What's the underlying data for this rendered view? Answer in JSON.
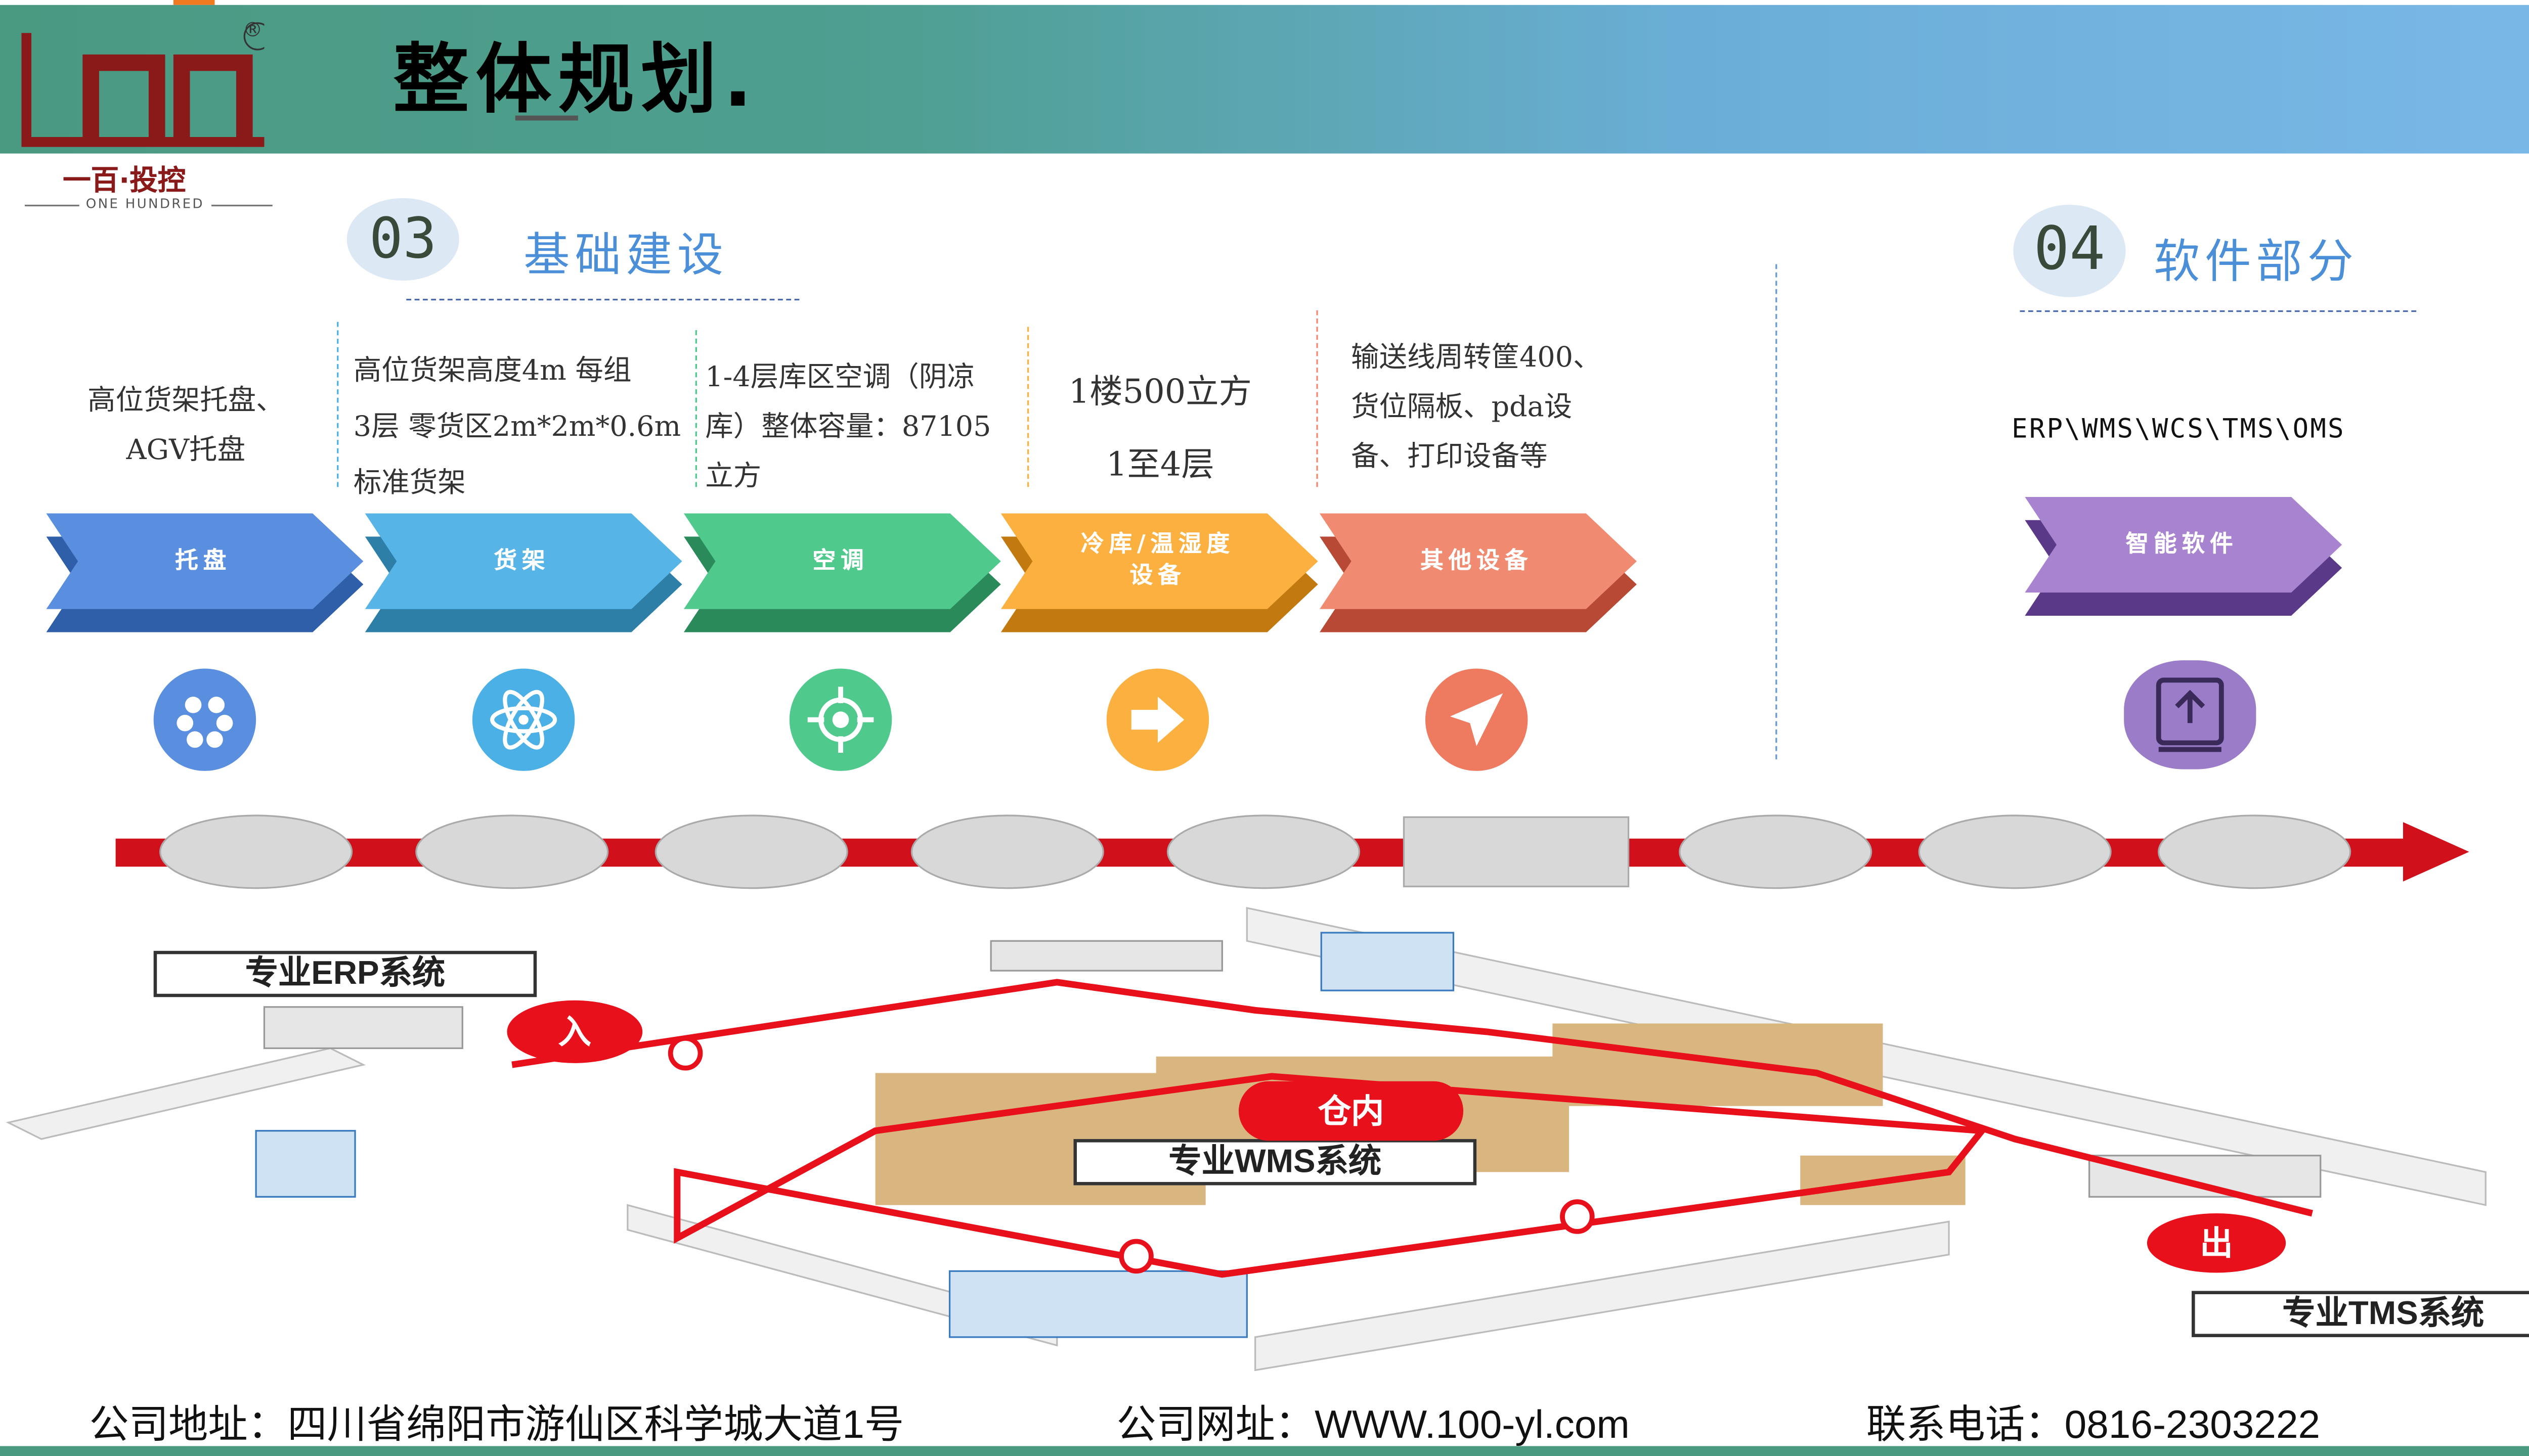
{
  "header": {
    "title": "整体规划."
  },
  "logo": {
    "mark": "Lnn",
    "registered": "®",
    "cn_name": "一百·投控",
    "en_name": "ONE HUNDRED"
  },
  "section_03": {
    "number": "03",
    "title": "基础建设"
  },
  "section_04": {
    "number": "04",
    "title": "软件部分"
  },
  "descriptions": [
    {
      "lines": [
        "高位货架托盘、",
        "AGV托盘"
      ]
    },
    {
      "lines": [
        "高位货架高度4m 每组",
        "3层 零货区2m*2m*0.6m",
        "标准货架"
      ]
    },
    {
      "lines": [
        "1-4层库区空调（阴凉",
        "库）整体容量：87105",
        "立方"
      ]
    },
    {
      "lines": [
        "1楼500立方",
        "1至4层"
      ]
    },
    {
      "lines": [
        "输送线周转筐400、",
        "货位隔板、pda设",
        "备、打印设备等"
      ]
    }
  ],
  "software_desc": "ERP\\WMS\\WCS\\TMS\\OMS",
  "chevrons": [
    {
      "label": "托盘",
      "color": "#5a8fe0",
      "dark": "#2f5fa8",
      "icon": "dots-icon",
      "icon_color": "#5a8fe0"
    },
    {
      "label": "货架",
      "color": "#56b4e6",
      "dark": "#2e7fa8",
      "icon": "atom-icon",
      "icon_color": "#4ab0e6"
    },
    {
      "label": "空调",
      "color": "#4fc98c",
      "dark": "#2a8a5a",
      "icon": "target-icon",
      "icon_color": "#4fc98c"
    },
    {
      "label": "冷库/温湿度设备",
      "label_line1": "冷库/温湿度",
      "label_line2": "设备",
      "color": "#fbb040",
      "dark": "#c27a10",
      "icon": "arrow-right-icon",
      "icon_color": "#fbb040"
    },
    {
      "label": "其他设备",
      "color": "#f08a70",
      "dark": "#b84a35",
      "icon": "send-icon",
      "icon_color": "#ee7a60"
    }
  ],
  "software_chevron": {
    "label": "智能软件",
    "color": "#a884d0",
    "dark": "#5a3a88",
    "icon": "upload-icon",
    "icon_color": "#9a7cc8"
  },
  "diagram": {
    "erp_label": "专业ERP系统",
    "wms_label": "专业WMS系统",
    "tms_label": "专业TMS系统",
    "in_label": "入",
    "inside_label": "仓内",
    "out_label": "出"
  },
  "footer": {
    "address": "公司地址：四川省绵阳市游仙区科学城大道1号",
    "website": "公司网址：WWW.100-yl.com",
    "phone": "联系电话：0816-2303222"
  }
}
